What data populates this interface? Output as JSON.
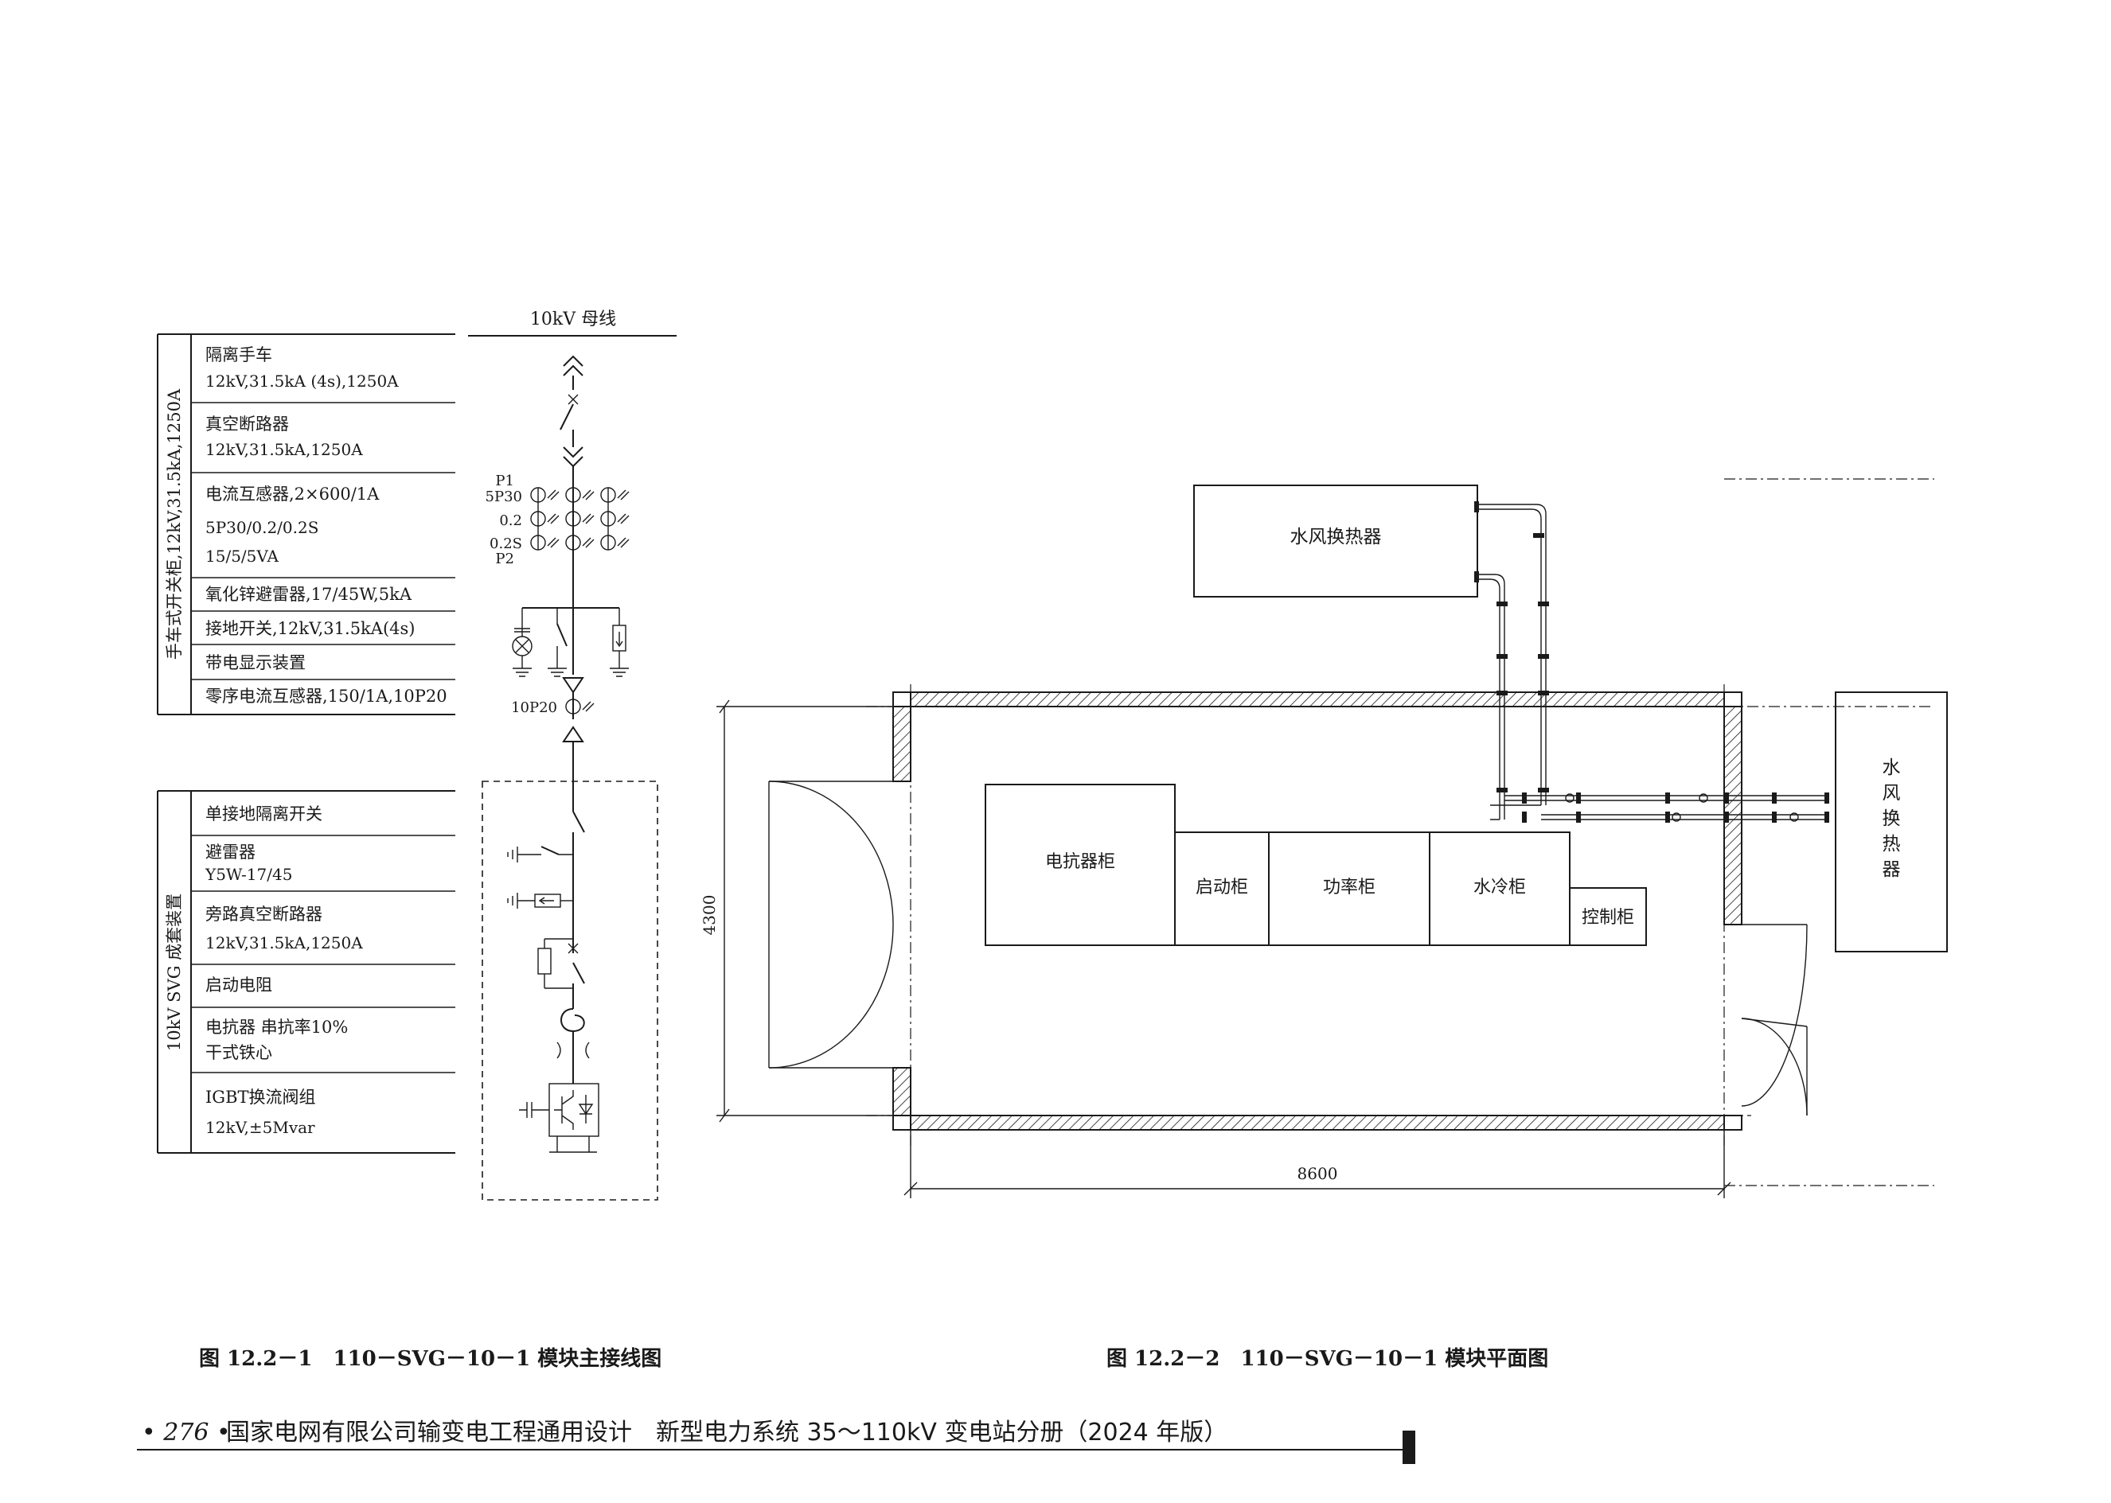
{
  "sld": {
    "bus_label": "10kV 母线",
    "group1_label": "手车式开关柜,12kV,31.5kA,1250A",
    "group2_label": "10kV SVG 成套装置",
    "rows1": [
      {
        "l1": "隔离手车",
        "l2": "12kV,31.5kA (4s),1250A"
      },
      {
        "l1": "真空断路器",
        "l2": "12kV,31.5kA,1250A"
      },
      {
        "l1": "电流互感器,2×600/1A",
        "l2": "5P30/0.2/0.2S",
        "l3": "15/5/5VA"
      },
      {
        "l1": "氧化锌避雷器,17/45W,5kA"
      },
      {
        "l1": "接地开关,12kV,31.5kA(4s)"
      },
      {
        "l1": "带电显示装置"
      },
      {
        "l1": "零序电流互感器,150/1A,10P20"
      }
    ],
    "rows2": [
      {
        "l1": "单接地隔离开关"
      },
      {
        "l1": "避雷器",
        "l2": "Y5W-17/45"
      },
      {
        "l1": "旁路真空断路器",
        "l2": "12kV,31.5kA,1250A"
      },
      {
        "l1": "启动电阻"
      },
      {
        "l1": "电抗器 串抗率10%",
        "l2": "干式铁心"
      },
      {
        "l1": "IGBT换流阀组",
        "l2": "12kV,±5Mvar"
      }
    ],
    "ct_labels": [
      "P1",
      "5P30",
      "0.2",
      "0.2S",
      "P2"
    ],
    "zct_label": "10P20"
  },
  "plan": {
    "heat_exchanger_top": "水风换热器",
    "heat_exchanger_right": [
      "水",
      "风",
      "换",
      "热",
      "器"
    ],
    "cabinets": [
      "电抗器柜",
      "启动柜",
      "功率柜",
      "水冷柜",
      "控制柜"
    ],
    "dim_width": "8600",
    "dim_height": "4300"
  },
  "captions": {
    "fig1": "图 12.2－1　110－SVG－10－1 模块主接线图",
    "fig2": "图 12.2－2　110－SVG－10－1 模块平面图"
  },
  "footer": {
    "page_no": "• 276 •",
    "text": "国家电网有限公司输变电工程通用设计　新型电力系统 35～110kV 变电站分册（2024 年版）"
  }
}
